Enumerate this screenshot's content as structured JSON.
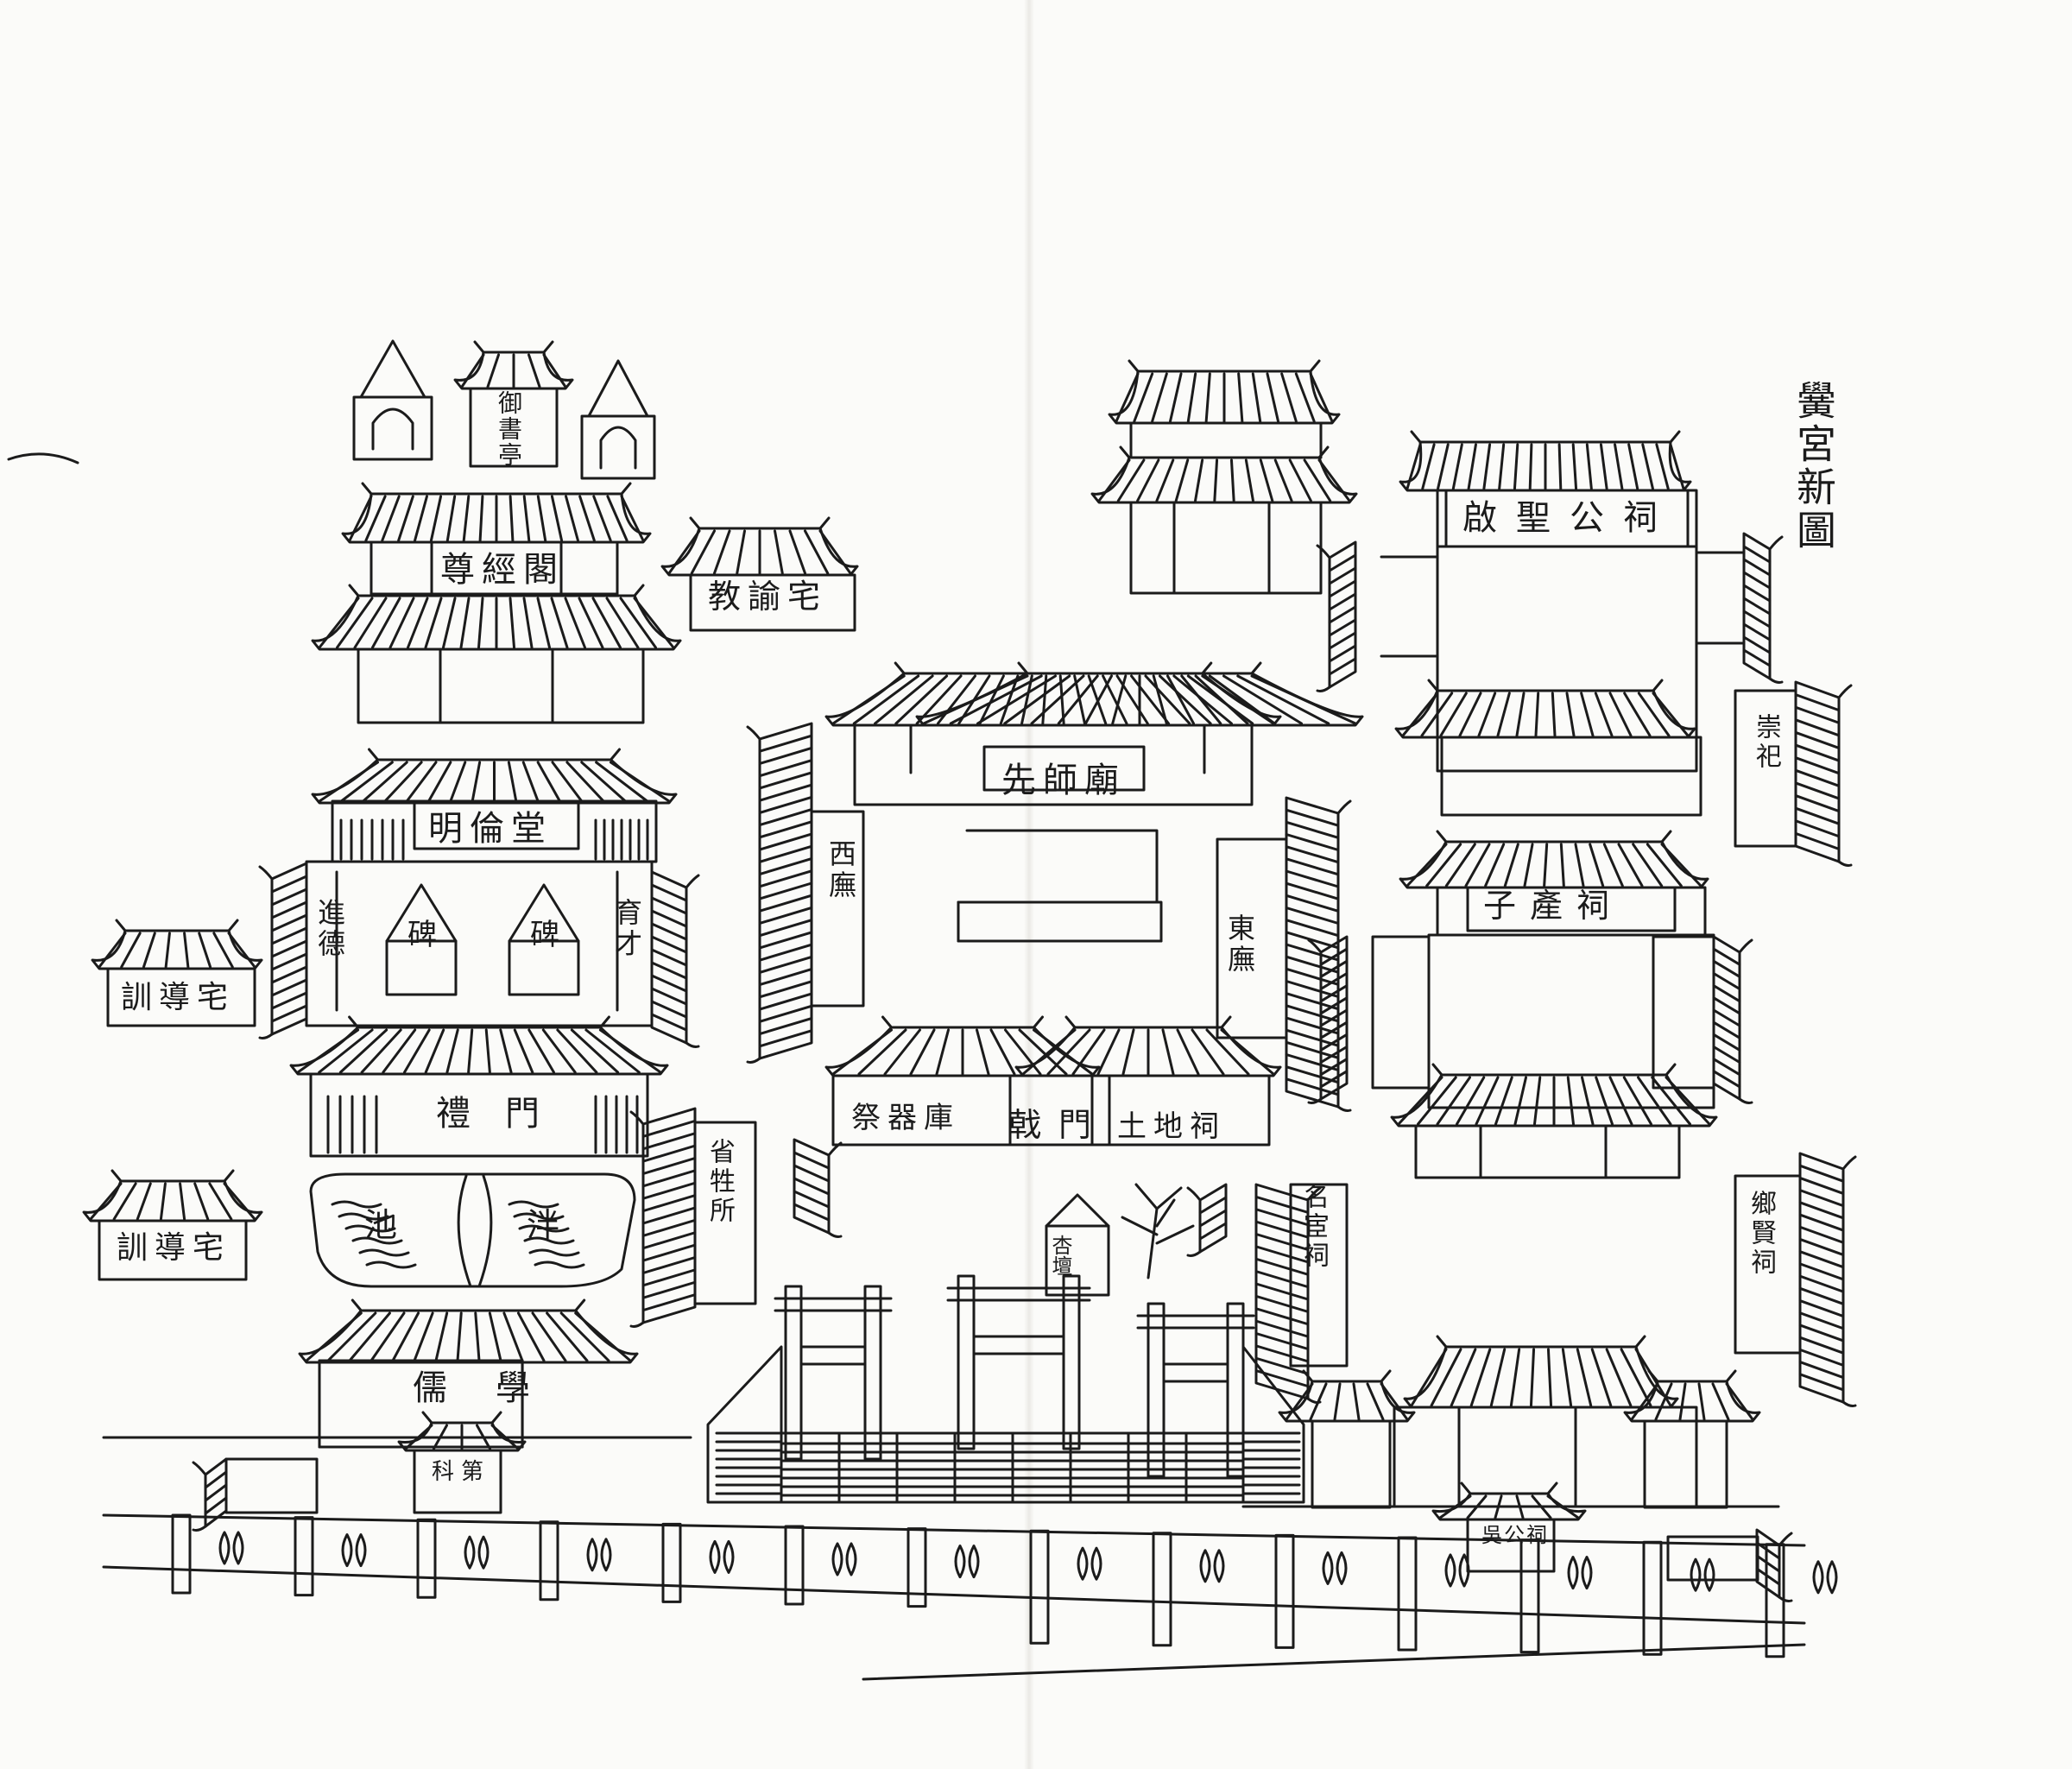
{
  "title": "黌宮新圖",
  "ink_color": "#1b1b1b",
  "paper_color": "#fbfbf9",
  "buildings": {
    "yushu_pavilion": "御書亭",
    "zunjing_ge": "尊經閣",
    "jiaoyu_zhai": "教諭宅",
    "minglun_tang": "明倫堂",
    "west_stele": "碑",
    "east_stele": "碑",
    "west_chamber": "進德",
    "east_chamber": "育才",
    "xundao_zhai_upper": "訓導宅",
    "xundao_zhai_lower": "訓導宅",
    "li_men": "禮門",
    "pan_chi_left": "池",
    "pan_chi_right": "泮",
    "ruxue": "儒學",
    "kedi": "科第",
    "xianshi_miao": "先師廟",
    "west_wu": "西廡",
    "east_wu": "東廡",
    "jiqi_ku": "祭器庫",
    "ji_men": "戟門",
    "tudi_ci": "土地祠",
    "qisheng_gong_ci": "啟聖公祠",
    "chong_si": "崇祀",
    "zichan_ci": "子產祠",
    "shengsheng_tang": "省牲所",
    "xiangxian_ci": "鄉賢祠",
    "minghuan_ci": "名宦祠",
    "wugong_ci": "吳公祠",
    "xing_tan": "杏壇"
  }
}
